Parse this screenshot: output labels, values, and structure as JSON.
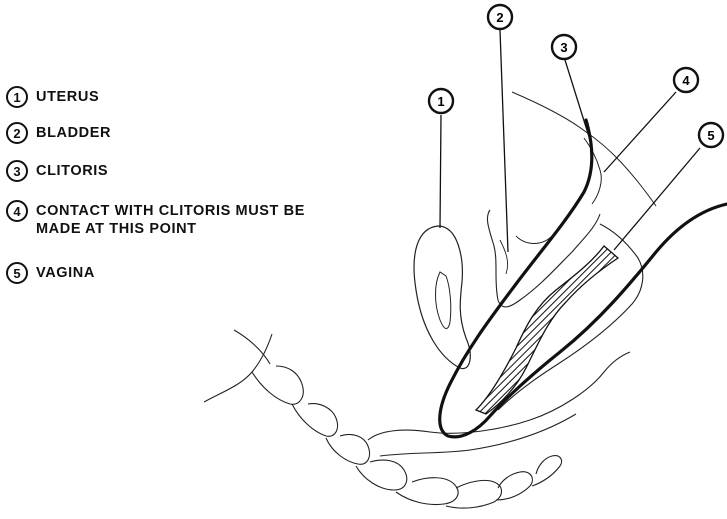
{
  "legend": [
    {
      "number": "1",
      "label": "UTERUS"
    },
    {
      "number": "2",
      "label": "BLADDER"
    },
    {
      "number": "3",
      "label": "CLITORIS"
    },
    {
      "number": "4",
      "label": "CONTACT WITH CLITORIS MUST BE\nMADE AT THIS POINT"
    },
    {
      "number": "5",
      "label": "VAGINA"
    }
  ],
  "callouts": [
    "1",
    "2",
    "3",
    "4",
    "5"
  ]
}
